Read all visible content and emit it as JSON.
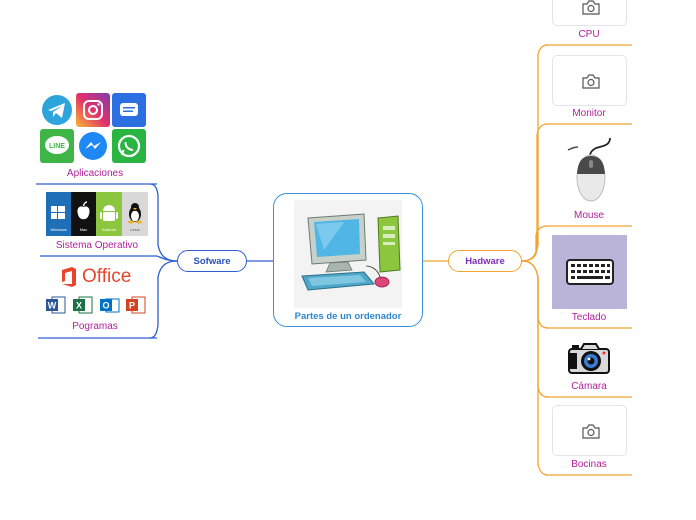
{
  "central": {
    "title": "Partes de un ordenador"
  },
  "software": {
    "label": "Sofware",
    "children": [
      {
        "label": "Aplicaciones"
      },
      {
        "label": "Sistema Operativo",
        "os_labels": [
          "Windows",
          "Mac",
          "Android",
          "Linux"
        ]
      },
      {
        "label": "Pogramas",
        "office_logo_text": "Office"
      }
    ]
  },
  "hardware": {
    "label": "Hadware",
    "children": [
      {
        "label": "CPU"
      },
      {
        "label": "Monitor"
      },
      {
        "label": "Mouse"
      },
      {
        "label": "Teclado"
      },
      {
        "label": "Cámara"
      },
      {
        "label": "Bocinas"
      }
    ]
  },
  "colors": {
    "software_branch": "#2e5fd0",
    "hardware_branch": "#f2a531",
    "label_text": "#b0229a",
    "central_border": "#3b8fd6"
  }
}
